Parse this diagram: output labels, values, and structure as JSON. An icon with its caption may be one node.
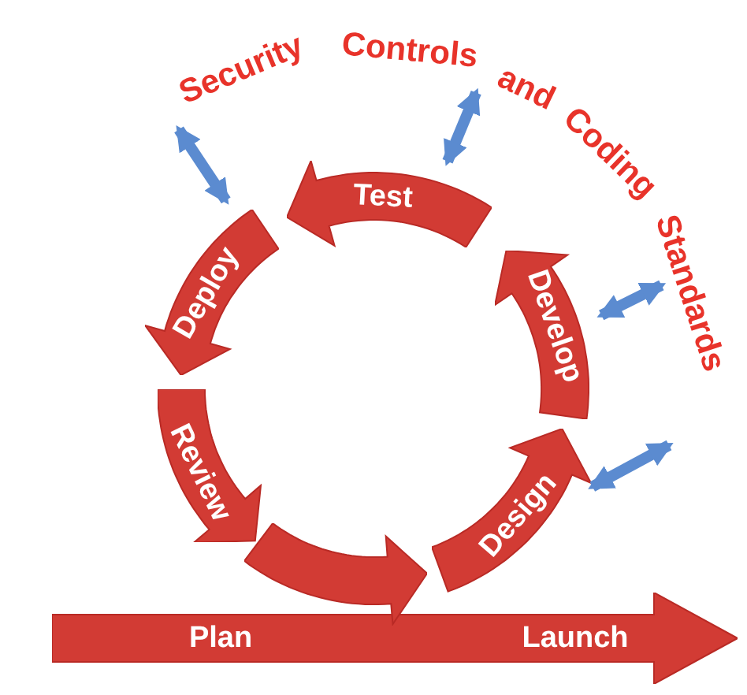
{
  "diagram": {
    "title": "Security Controls and Coding Standards",
    "nodes": [
      {
        "text": [
          "Plan",
          "Launch"
        ]
      },
      {
        "text": [
          "Design"
        ]
      },
      {
        "text": [
          "Develop"
        ]
      },
      {
        "text": [
          "Test"
        ]
      },
      {
        "text": [
          "Deploy"
        ]
      },
      {
        "text": [
          "Review"
        ]
      },
      {
        "text": [],
        "shape": "arrow"
      }
    ],
    "edges": [
      {
        "from": null,
        "to": 4,
        "arrow": "both"
      },
      {
        "from": null,
        "to": 3,
        "arrow": "both"
      },
      {
        "from": null,
        "to": 2,
        "arrow": "both"
      },
      {
        "from": null,
        "to": 1,
        "arrow": "both"
      }
    ]
  }
}
